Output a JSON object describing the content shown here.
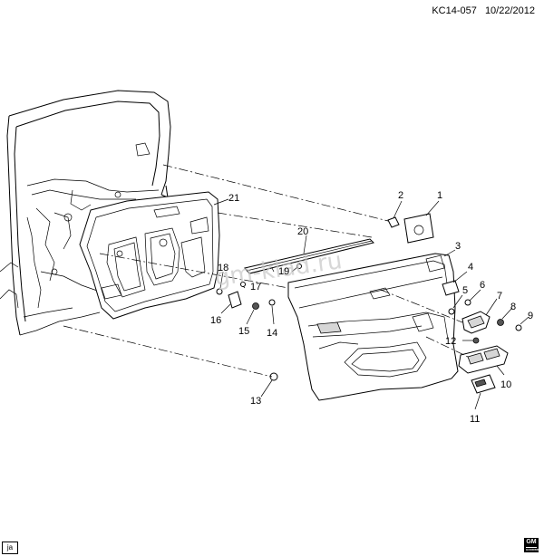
{
  "header": {
    "drawing_id": "KC14-057",
    "date": "10/22/2012"
  },
  "watermark": "gm-klad.ru",
  "language_badge": "ja",
  "brand": {
    "logo_letters": "GM",
    "logo_sub": "GOODWRENCH"
  },
  "callouts": [
    {
      "id": "c1",
      "label": "1"
    },
    {
      "id": "c2",
      "label": "2"
    },
    {
      "id": "c3",
      "label": "3"
    },
    {
      "id": "c4",
      "label": "4"
    },
    {
      "id": "c5",
      "label": "5"
    },
    {
      "id": "c6",
      "label": "6"
    },
    {
      "id": "c7",
      "label": "7"
    },
    {
      "id": "c8",
      "label": "8"
    },
    {
      "id": "c9",
      "label": "9"
    },
    {
      "id": "c10",
      "label": "10"
    },
    {
      "id": "c11",
      "label": "11"
    },
    {
      "id": "c12",
      "label": "12"
    },
    {
      "id": "c13",
      "label": "13"
    },
    {
      "id": "c14",
      "label": "14"
    },
    {
      "id": "c15",
      "label": "15"
    },
    {
      "id": "c16",
      "label": "16"
    },
    {
      "id": "c17",
      "label": "17"
    },
    {
      "id": "c18",
      "label": "18"
    },
    {
      "id": "c19",
      "label": "19"
    },
    {
      "id": "c20",
      "label": "20"
    },
    {
      "id": "c21",
      "label": "21"
    }
  ]
}
